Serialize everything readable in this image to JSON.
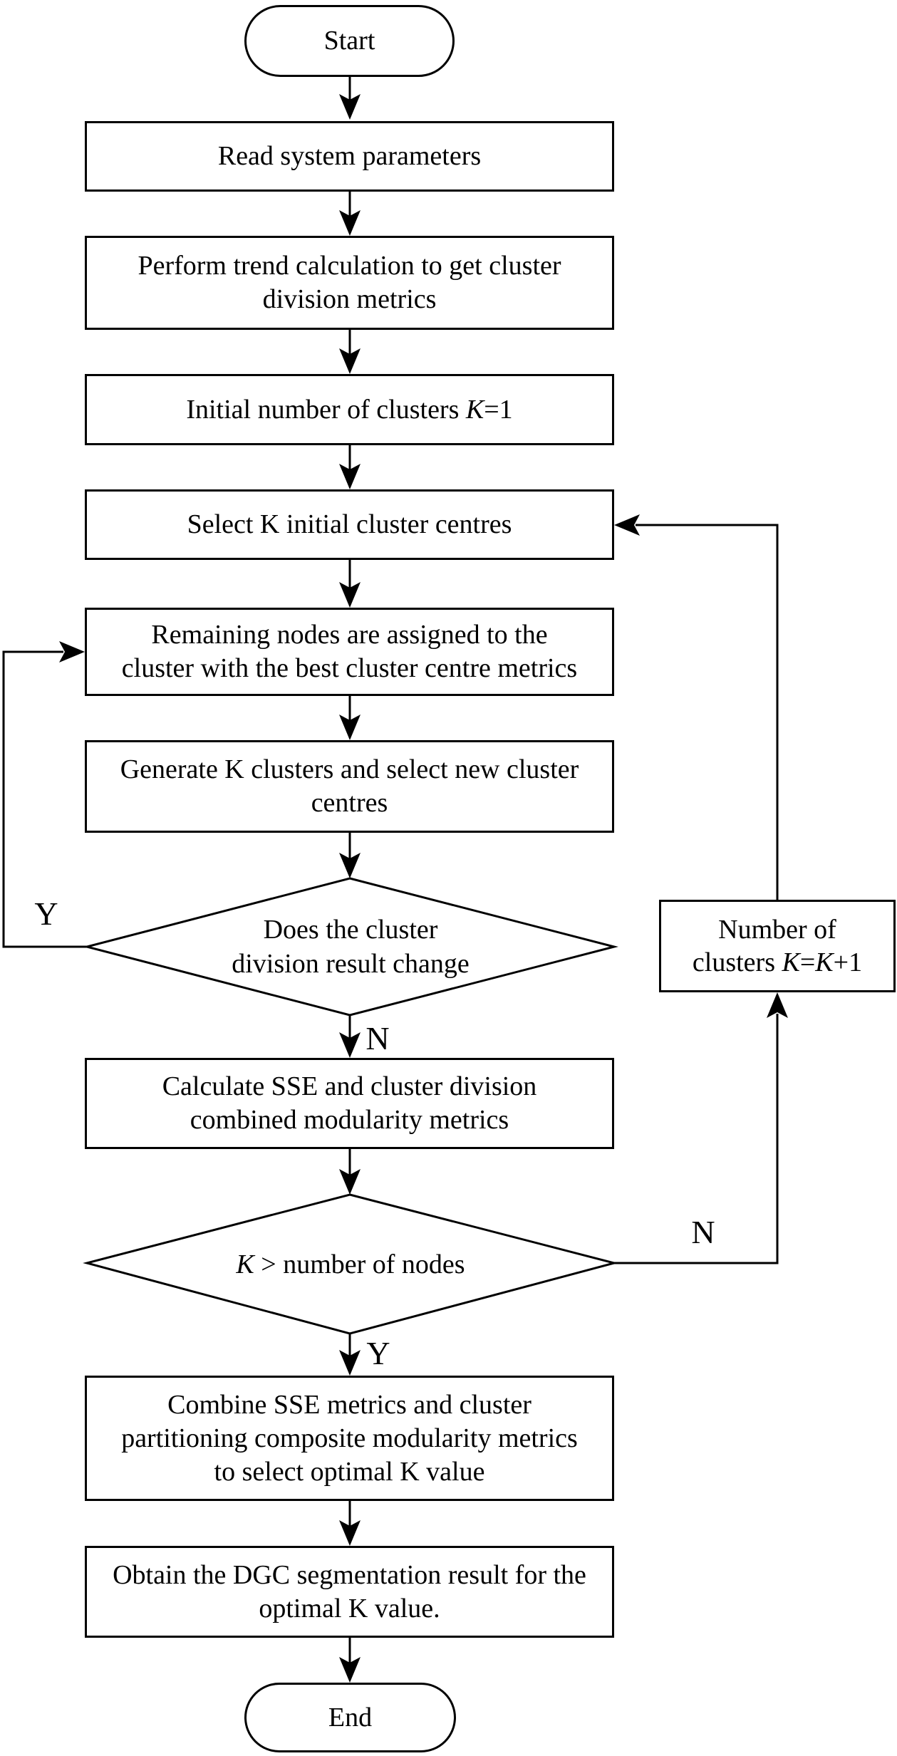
{
  "figure": {
    "type": "flowchart",
    "background": "#ffffff",
    "stroke_color": "#000000"
  },
  "nodes": {
    "start": {
      "label": "Start"
    },
    "read_params": {
      "lines": [
        "Read system parameters"
      ]
    },
    "trend_calc": {
      "lines": [
        "Perform trend calculation to get cluster",
        "division metrics"
      ]
    },
    "init_clusters": {
      "prefix": "Initial number of clusters ",
      "k": "K",
      "suffix": "=1"
    },
    "select_centres": {
      "lines": [
        "Select K initial cluster centres"
      ]
    },
    "assign_nodes": {
      "lines": [
        "Remaining nodes are assigned to the",
        "cluster with the best cluster centre metrics"
      ]
    },
    "generate_clusters": {
      "lines": [
        "Generate K clusters and select new cluster",
        "centres"
      ]
    },
    "decision_change": {
      "lines": [
        "Does the cluster",
        "division result change"
      ]
    },
    "calc_sse": {
      "lines": [
        "Calculate SSE and cluster division",
        "combined modularity metrics"
      ]
    },
    "decision_k": {
      "k": "K",
      "suffix": " > number of nodes"
    },
    "increment_k": {
      "line1": "Number of",
      "line2_prefix": "clusters ",
      "k1": "K",
      "eq": "=",
      "k2": "K",
      "suffix": "+1"
    },
    "combine_metrics": {
      "lines": [
        "Combine SSE metrics and cluster",
        "partitioning composite modularity metrics",
        "to select optimal K value"
      ]
    },
    "obtain_result": {
      "lines": [
        "Obtain the DGC segmentation result for the",
        "optimal K value."
      ]
    },
    "end": {
      "label": "End"
    }
  },
  "edge_labels": {
    "yes_left": "Y",
    "no_below_first": "N",
    "no_right_second": "N",
    "yes_below_second": "Y"
  }
}
